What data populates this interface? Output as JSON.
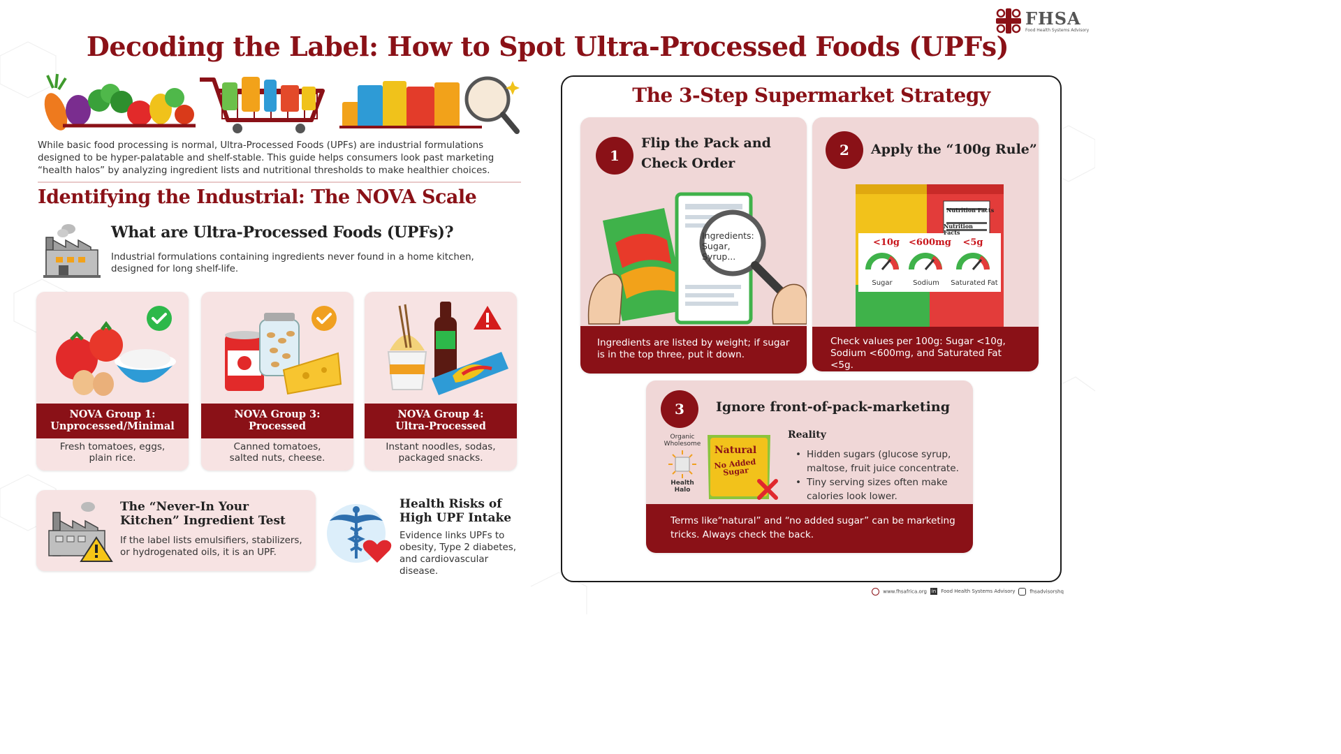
{
  "brand": {
    "name": "FHSA",
    "tagline": "Food Health Systems Advisory"
  },
  "title": "Decoding the Label: How to Spot Ultra-Processed Foods (UPFs)",
  "intro": "While basic food processing is normal, Ultra-Processed Foods (UPFs) are industrial formulations designed to be hyper-palatable and shelf-stable. This guide helps consumers look past marketing “health halos” by analyzing ingredient lists and nutritional thresholds to make healthier choices.",
  "nova": {
    "heading": "Identifying the Industrial: The NOVA Scale",
    "what_title": "What are Ultra-Processed Foods (UPFs)?",
    "what_desc": "Industrial formulations containing ingredients never found in a home kitchen, designed for long shelf-life.",
    "groups": [
      {
        "label_line1": "NOVA Group 1:",
        "label_line2": "Unprocessed/Minimal",
        "examples_line1": "Fresh tomatoes, eggs,",
        "examples_line2": "plain rice.",
        "status": "check",
        "status_color": "#2db84a"
      },
      {
        "label_line1": "NOVA Group 3:",
        "label_line2": "Processed",
        "examples_line1": "Canned tomatoes,",
        "examples_line2": "salted nuts, cheese.",
        "status": "check",
        "status_color": "#f0a020"
      },
      {
        "label_line1": "NOVA Group 4:",
        "label_line2": "Ultra-Processed",
        "examples_line1": "Instant noodles, sodas,",
        "examples_line2": "packaged snacks.",
        "status": "warning",
        "status_color": "#d41c1c"
      }
    ],
    "test_title_line1": "The “Never-In Your",
    "test_title_line2": "Kitchen” Ingredient Test",
    "test_desc": "If the label lists emulsifiers, stabilizers, or hydrogenated oils, it is an UPF.",
    "health_title_line1": "Health Risks of",
    "health_title_line2": "High UPF Intake",
    "health_desc": "Evidence links UPFs to obesity, Type 2 diabetes, and cardiovascular disease."
  },
  "strategy": {
    "heading": "The 3-Step Supermarket Strategy",
    "steps": [
      {
        "number": "1",
        "title_line1": "Flip the Pack and",
        "title_line2": "Check Order",
        "magnifier_line1": "Ingredients:",
        "magnifier_line2": "Sugar,",
        "magnifier_line3": "Syrup...",
        "note": "Ingredients are listed by weight; if sugar is in the top three, put it down."
      },
      {
        "number": "2",
        "title": "Apply the “100g Rule”",
        "pack_label_line1": "Nutrition Facts",
        "pack_label_line2": "Nutrition",
        "pack_label_line3": "Facts",
        "gauges": [
          {
            "limit": "<10g",
            "name": "Sugar"
          },
          {
            "limit": "<600mg",
            "name": "Sodium"
          },
          {
            "limit": "<5g",
            "name": "Saturated Fat"
          }
        ],
        "note": "Check values per 100g: Sugar <10g, Sodium <600mg, and Saturated Fat <5g."
      },
      {
        "number": "3",
        "title": "Ignore front-of-pack-marketing",
        "halo_top_line1": "Organic",
        "halo_top_line2": "Wholesome",
        "halo_bottom_line1": "Health",
        "halo_bottom_line2": "Halo",
        "pack_word1": "Natural",
        "pack_word2_line1": "No Added",
        "pack_word2_line2": "Sugar",
        "reality_title": "Reality",
        "bullets": [
          {
            "line1": "Hidden sugars (glucose syrup,",
            "line2": "maltose, fruit juice concentrate."
          },
          {
            "line1": "Tiny serving sizes often make",
            "line2": "calories look lower."
          }
        ],
        "note_line1": "Terms like“natural” and “no added sugar” can be marketing",
        "note_line2": "tricks. Always check the back."
      }
    ]
  },
  "footer": {
    "website": "www.fhsafrica.org",
    "linkedin": "Food Health Systems Advisory",
    "instagram": "fhsadvisorshq"
  },
  "colors": {
    "maroon": "#8a1117",
    "card_pink": "#f7e3e3",
    "step_pink": "#f0d7d7"
  }
}
